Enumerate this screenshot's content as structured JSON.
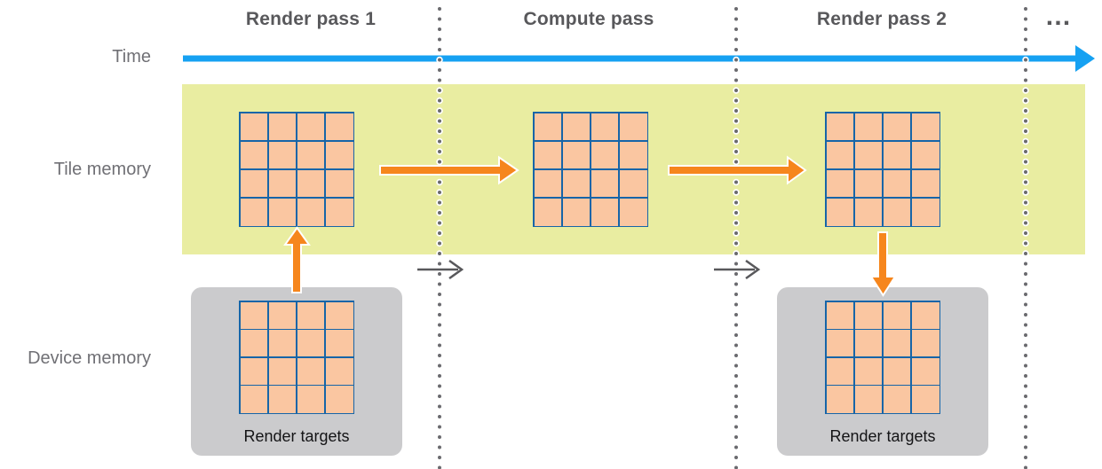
{
  "header": {
    "render_pass_1": "Render pass 1",
    "compute_pass": "Compute pass",
    "render_pass_2": "Render pass 2",
    "ellipsis": "…"
  },
  "labels": {
    "time": "Time",
    "tile_memory": "Tile memory",
    "device_memory": "Device memory"
  },
  "device_memory": {
    "box1_label": "Render targets",
    "box2_label": "Render targets"
  },
  "grids": {
    "rows": 4,
    "cols": 4,
    "tile_memory_grid_count": 3,
    "device_memory_grid_count": 2
  },
  "icons": {
    "time_axis": "right-arrow-icon",
    "tile_transfer": "orange-right-arrow-icon",
    "load_action": "orange-up-arrow-icon",
    "store_action": "orange-down-arrow-icon",
    "pass_transition": "small-gray-right-arrow-icon",
    "separator": "vertical-dotted-line"
  },
  "colors": {
    "timeline_blue": "#16A1F2",
    "tile_memory_band": "#E9EDA1",
    "texture_cell_fill": "#FAC6A1",
    "texture_grid_line": "#1665A8",
    "transfer_orange": "#F6861D",
    "device_box_gray": "#CBCBCD",
    "row_label_gray": "#707075",
    "header_text_gray": "#58585B",
    "separator_dot_gray": "#6A6A6E"
  }
}
